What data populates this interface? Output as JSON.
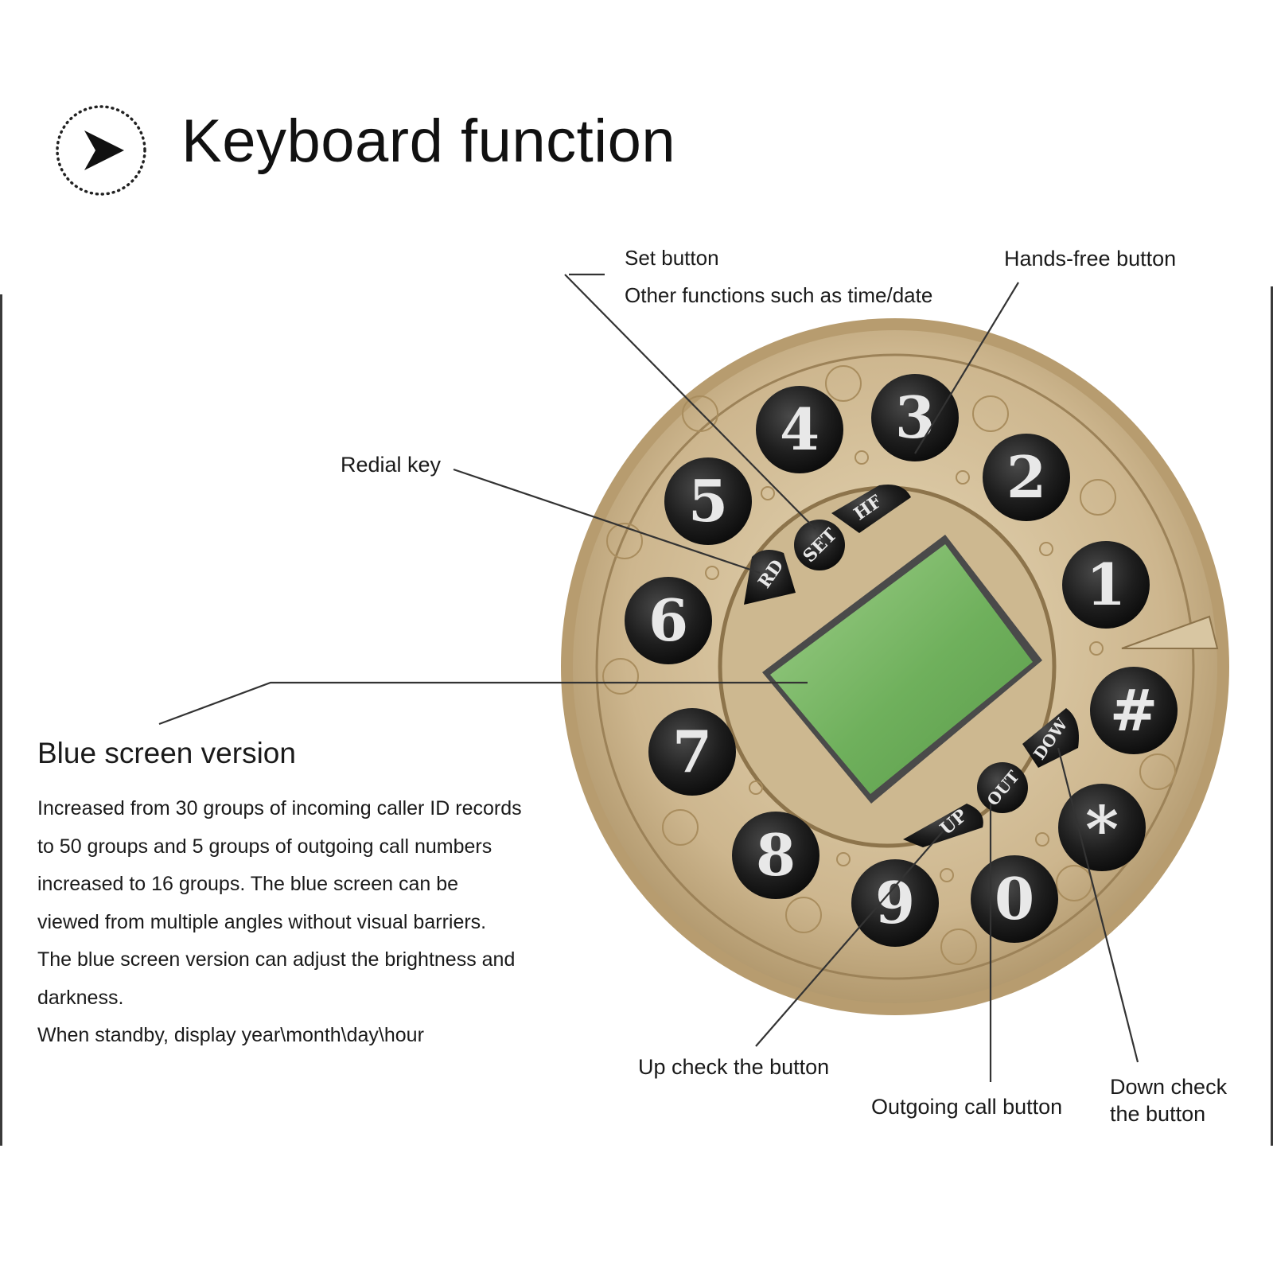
{
  "page": {
    "title": "Keyboard function",
    "icon": "arrow-right-dotted-circle-icon"
  },
  "callouts": {
    "set_button": "Set button",
    "set_button_detail": "Other functions such as time/date",
    "hands_free": "Hands-free button",
    "redial": "Redial key",
    "up": "Up check the button",
    "outgoing": "Outgoing call button",
    "down": "Down check the button"
  },
  "screen_info": {
    "heading": "Blue screen version",
    "paragraph": "Increased from 30 groups of incoming caller ID records to 50 groups and 5 groups of outgoing call numbers increased to 16 groups. The blue screen can be viewed from multiple angles without visual barriers. The blue screen version can adjust the brightness and darkness.",
    "standby_note": "When standby, display year\\month\\day\\hour"
  },
  "keypad": {
    "number_keys": [
      "1",
      "2",
      "3",
      "4",
      "5",
      "6",
      "7",
      "8",
      "9",
      "0",
      "*",
      "#"
    ],
    "function_keys": {
      "set": "SET",
      "hands_free": "HF",
      "redial": "RD",
      "up": "UP",
      "outgoing": "OUT",
      "down": "DOW"
    },
    "colors": {
      "brass_outer": "#c9b189",
      "brass_inner": "#d8c6a2",
      "key_black": "#1e1e1e",
      "screen_green": "#7fbf6a"
    }
  }
}
